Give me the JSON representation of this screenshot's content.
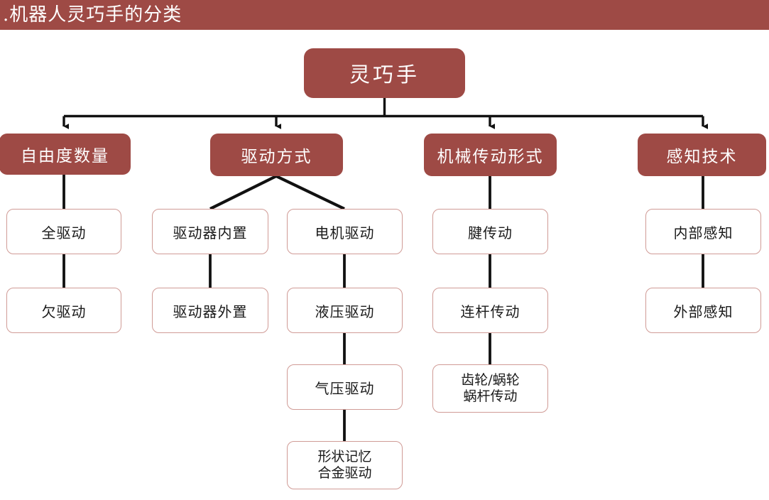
{
  "header": {
    "title": ".机器人灵巧手的分类",
    "bg_color": "#9E4A45",
    "text_color": "#FFFFFF"
  },
  "theme": {
    "filled_node_bg": "#9E4A45",
    "filled_node_text": "#FFFFFF",
    "outlined_node_bg": "#FFFFFF",
    "outlined_node_border": "#D09B96",
    "outlined_node_text": "#1A1A1A",
    "connector_color": "#000000",
    "page_bg": "#FFFFFF"
  },
  "diagram": {
    "type": "tree",
    "orientation": "top-down",
    "root": {
      "label": "灵巧手"
    },
    "branches": [
      {
        "label": "自由度数量",
        "children": [
          {
            "label": "全驱动"
          },
          {
            "label": "欠驱动"
          }
        ]
      },
      {
        "label": "驱动方式",
        "sub_branches": [
          {
            "children": [
              {
                "label": "驱动器内置"
              },
              {
                "label": "驱动器外置"
              }
            ]
          },
          {
            "children": [
              {
                "label": "电机驱动"
              },
              {
                "label": "液压驱动"
              },
              {
                "label": "气压驱动"
              },
              {
                "label": "形状记忆\n合金驱动"
              }
            ]
          }
        ]
      },
      {
        "label": "机械传动形式",
        "children": [
          {
            "label": "腱传动"
          },
          {
            "label": "连杆传动"
          },
          {
            "label": "齿轮/蜗轮\n蜗杆传动"
          }
        ]
      },
      {
        "label": "感知技术",
        "children": [
          {
            "label": "内部感知"
          },
          {
            "label": "外部感知"
          }
        ]
      }
    ]
  }
}
